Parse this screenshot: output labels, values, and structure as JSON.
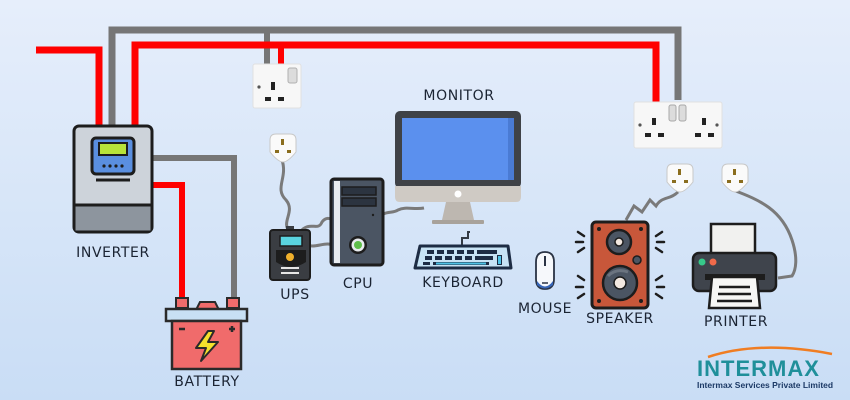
{
  "diagram": {
    "type": "inverter-home-wiring",
    "labels": {
      "inverter": "INVERTER",
      "battery": "BATTERY",
      "ups": "UPS",
      "cpu": "CPU",
      "monitor": "MONITOR",
      "keyboard": "KEYBOARD",
      "mouse": "MOUSE",
      "speaker": "SPEAKER",
      "printer": "PRINTER"
    },
    "wire_colors": {
      "live": "#ff0000",
      "neutral": "#777777",
      "cable": "#7d7d7d"
    },
    "connections": [
      {
        "from": "mains",
        "to": "inverter",
        "wire": "live"
      },
      {
        "from": "inverter",
        "to": "single-socket",
        "wire": "neutral"
      },
      {
        "from": "inverter",
        "to": "double-socket",
        "wire": "live"
      },
      {
        "from": "inverter",
        "to": "battery",
        "wire": "live"
      },
      {
        "from": "inverter",
        "to": "battery",
        "wire": "neutral"
      },
      {
        "from": "ups-plug",
        "to": "ups",
        "wire": "cable"
      },
      {
        "from": "ups",
        "to": "cpu",
        "wire": "cable"
      },
      {
        "from": "cpu",
        "to": "monitor",
        "wire": "cable"
      },
      {
        "from": "speaker-plug",
        "to": "speaker",
        "wire": "cable"
      },
      {
        "from": "printer-plug",
        "to": "printer",
        "wire": "cable"
      }
    ]
  },
  "logo": {
    "name": "INTERMAX",
    "tagline": "Intermax Services Private Limited",
    "color": "#1f8f9a",
    "arc_color": "#f07d22"
  }
}
